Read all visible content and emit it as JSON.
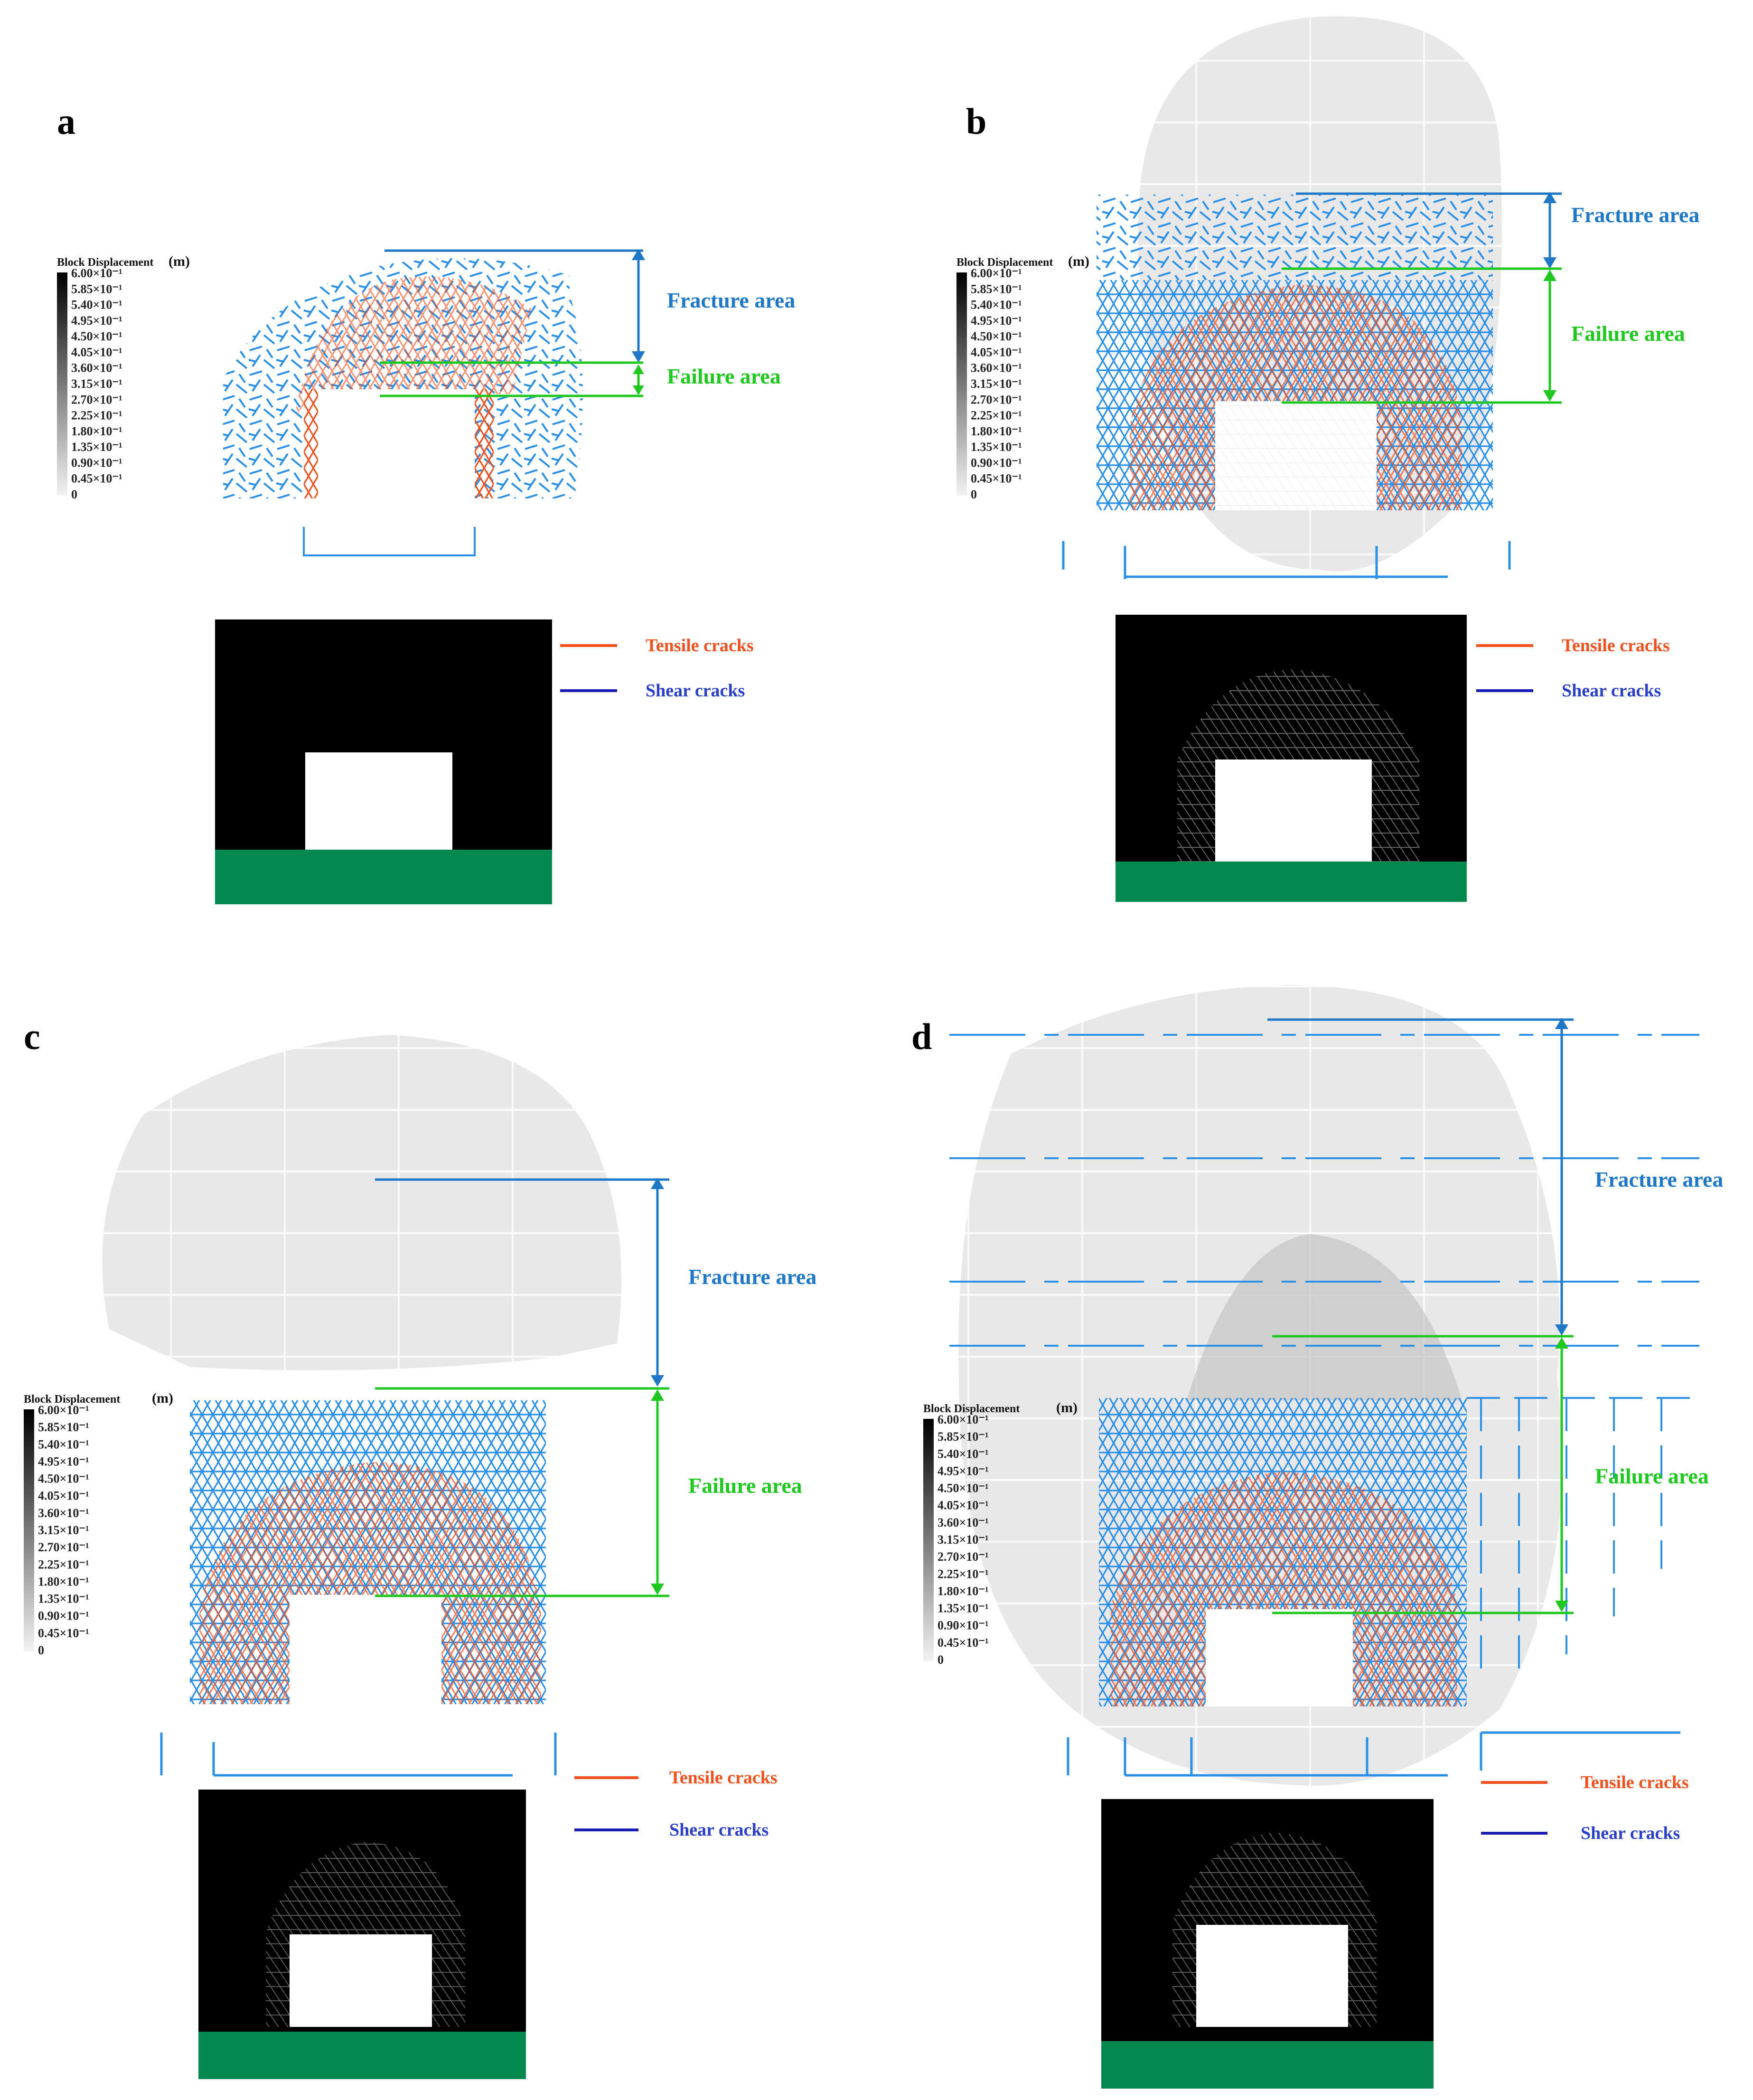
{
  "colors": {
    "fracture": "#1f77c8",
    "failure": "#1ec81e",
    "tensile": "#f0501e",
    "shear_text": "#2a3fc8",
    "shear_line": "#1a1ab4",
    "crack_blue": "#2a8fe6",
    "ground": "#06894e",
    "block_gray": "#e8e8e8"
  },
  "legend": {
    "title": "Block Displacement",
    "unit": "(m)",
    "ticks": [
      "6.00×10⁻¹",
      "5.85×10⁻¹",
      "5.40×10⁻¹",
      "4.95×10⁻¹",
      "4.50×10⁻¹",
      "4.05×10⁻¹",
      "3.60×10⁻¹",
      "3.15×10⁻¹",
      "2.70×10⁻¹",
      "2.25×10⁻¹",
      "1.80×10⁻¹",
      "1.35×10⁻¹",
      "0.90×10⁻¹",
      "0.45×10⁻¹",
      "0"
    ]
  },
  "crack_legend": {
    "tensile": "Tensile cracks",
    "shear": "Shear cracks"
  },
  "area_labels": {
    "fracture": "Fracture area",
    "failure": "Failure area"
  },
  "panels": [
    {
      "label": "a"
    },
    {
      "label": "b"
    },
    {
      "label": "c"
    },
    {
      "label": "d"
    }
  ]
}
